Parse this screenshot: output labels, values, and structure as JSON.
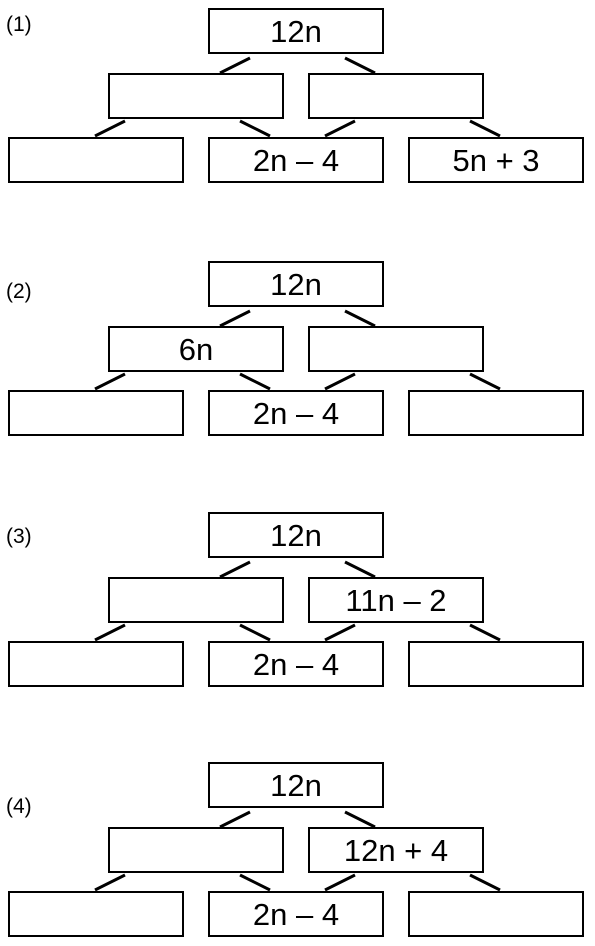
{
  "pyramids": [
    {
      "label": "(1)",
      "top": "12n",
      "middle": [
        "",
        ""
      ],
      "bottom": [
        "",
        "2n – 4",
        "5n + 3"
      ]
    },
    {
      "label": "(2)",
      "top": "12n",
      "middle": [
        "6n",
        ""
      ],
      "bottom": [
        "",
        "2n – 4",
        ""
      ]
    },
    {
      "label": "(3)",
      "top": "12n",
      "middle": [
        "",
        "11n – 2"
      ],
      "bottom": [
        "",
        "2n – 4",
        ""
      ]
    },
    {
      "label": "(4)",
      "top": "12n",
      "middle": [
        "",
        "12n + 4"
      ],
      "bottom": [
        "",
        "2n – 4",
        ""
      ]
    }
  ]
}
